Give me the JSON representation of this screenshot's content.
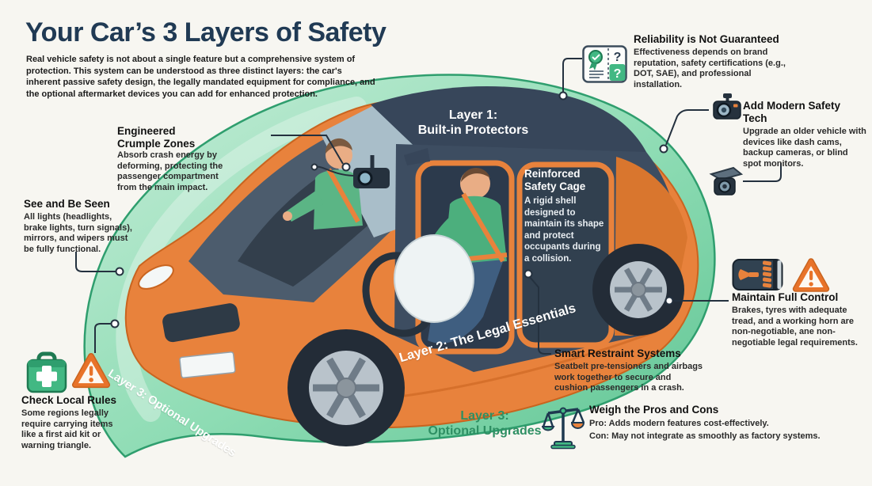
{
  "title": "Your Car’s 3 Layers of Safety",
  "intro": "Real vehicle safety is not about a single feature but a comprehensive system of protection. This system can be understood as three distinct layers: the car's inherent passive safety design, the legally mandated equipment for compliance, and the optional aftermarket devices you can add for enhanced protection.",
  "layers": {
    "layer1_line1": "Layer 1:",
    "layer1_line2": "Built-in Protectors",
    "layer2_band": "Layer 2: The Legal Essentials",
    "layer3_band": "Layer 3: Optional Upgrades",
    "layer3_label_line1": "Layer 3:",
    "layer3_label_line2": "Optional Upgrades",
    "cage_title": "Reinforced Safety Cage",
    "cage_body": "A rigid shell designed to maintain its shape and protect occupants during a collision."
  },
  "callouts": {
    "crumple": {
      "title": "Engineered Crumple Zones",
      "body": "Absorb crash energy by deforming, protecting the passenger compartment from the main impact."
    },
    "see_seen": {
      "title": "See and Be Seen",
      "body": "All lights (headlights, brake lights, turn signals), mirrors, and wipers must be fully functional."
    },
    "local_rules": {
      "title": "Check Local Rules",
      "body": "Some regions legally require carrying items like a first aid kit or warning triangle.",
      "icons": [
        "first-aid-kit-icon",
        "warning-triangle-icon"
      ]
    },
    "reliability": {
      "title": "Reliability is Not Guaranteed",
      "body": "Effectiveness depends on brand reputation, safety certifications (e.g., DOT, SAE), and professional installation.",
      "icon": "certificate-question-icon"
    },
    "modern_tech": {
      "title": "Add Modern Safety Tech",
      "body": "Upgrade an older vehicle with devices like dash cams, backup cameras, or blind spot monitors.",
      "icons": [
        "dash-cam-icon",
        "backup-camera-icon"
      ]
    },
    "full_control": {
      "title": "Maintain Full Control",
      "body": "Brakes, tyres with adequate tread, and a working horn are non-negotiable, ane non-negotiable legal requirements.",
      "icons": [
        "tyre-horn-icon",
        "warning-triangle-icon"
      ]
    },
    "restraint": {
      "title": "Smart Restraint Systems",
      "body": "Seatbelt pre-tensioners and airbags work together to secure and cushion passengers in a crash."
    },
    "pros_cons": {
      "title": "Weigh the Pros and Cons",
      "pro": "Pro: Adds modern features cost-effectively.",
      "con": "Con: May not integrate as smoothly as factory systems.",
      "icon": "balance-scale-icon"
    }
  },
  "colors": {
    "accent_green": "#2f9e6e",
    "accent_orange": "#e8823c",
    "navy_title": "#203a54",
    "green_label": "#2e8f63"
  }
}
